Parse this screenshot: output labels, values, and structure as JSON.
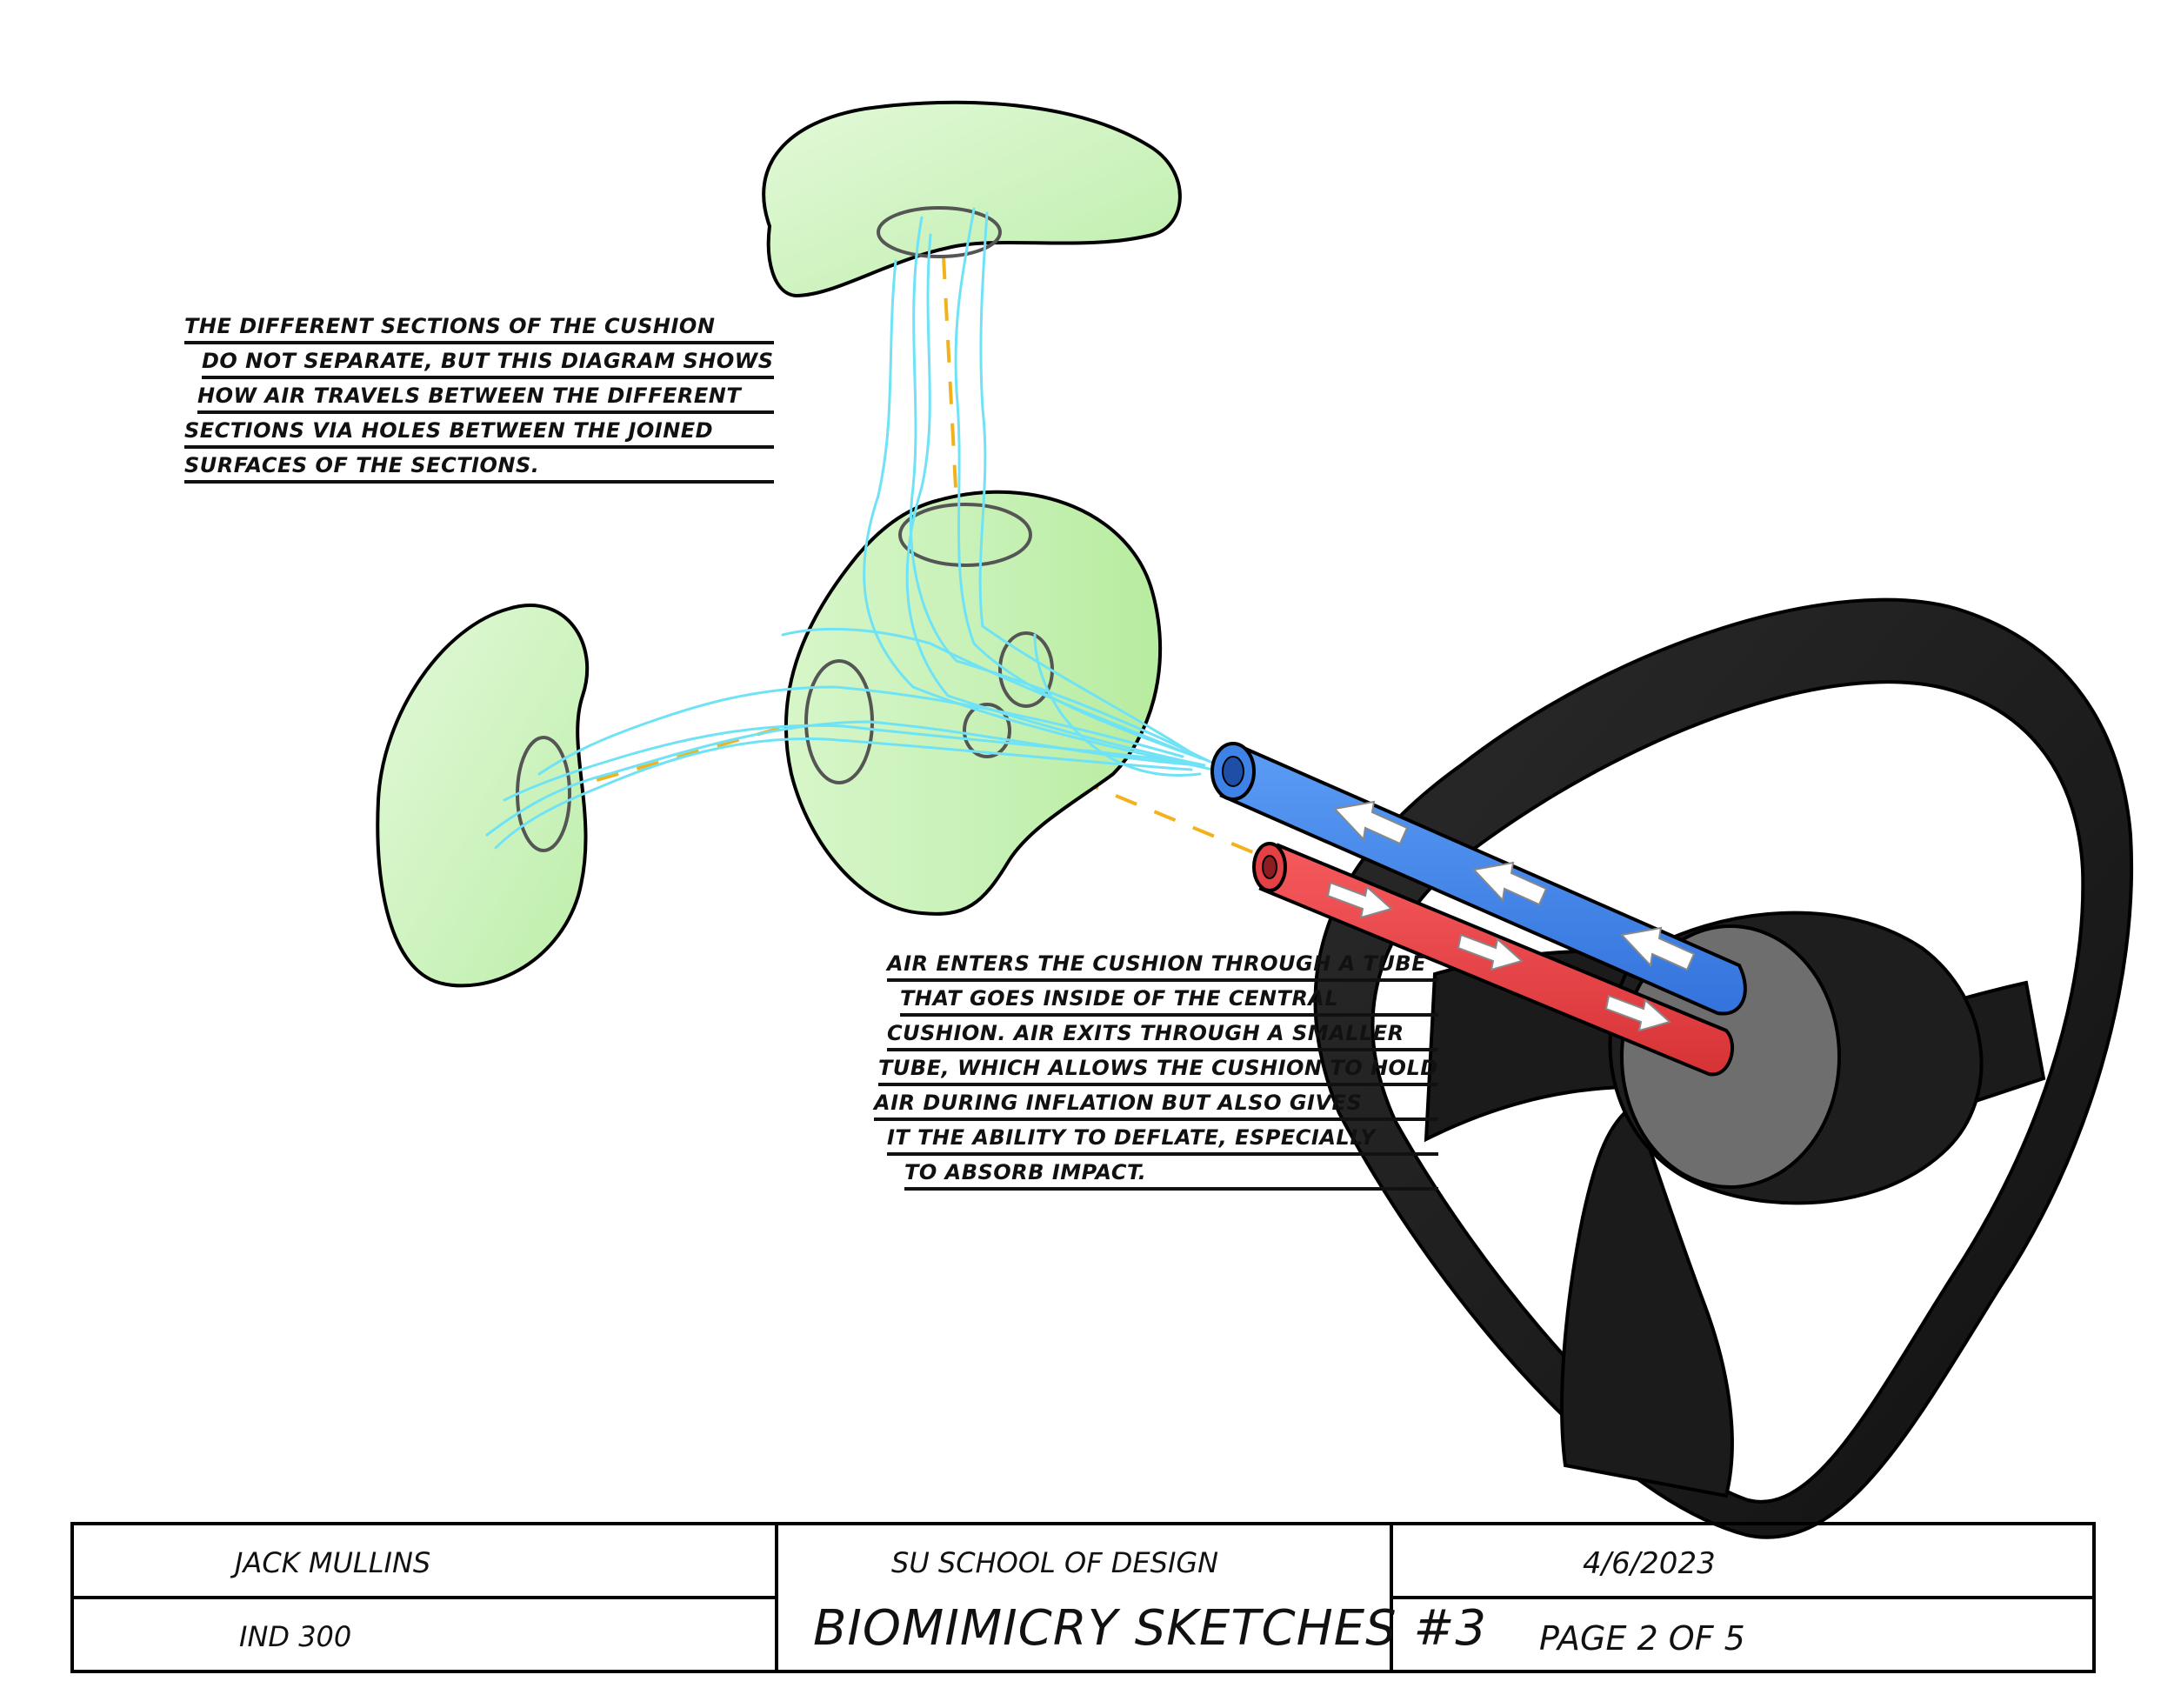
{
  "annotations": {
    "sections_note": [
      "THE DIFFERENT SECTIONS OF THE CUSHION",
      "DO NOT SEPARATE, BUT THIS DIAGRAM SHOWS",
      "HOW AIR TRAVELS BETWEEN THE DIFFERENT",
      "SECTIONS VIA HOLES BETWEEN THE JOINED",
      "SURFACES OF THE SECTIONS."
    ],
    "air_note": [
      "AIR ENTERS THE CUSHION THROUGH A TUBE",
      "THAT GOES INSIDE OF THE CENTRAL",
      "CUSHION. AIR EXITS THROUGH A SMALLER",
      "TUBE, WHICH ALLOWS THE CUSHION TO HOLD",
      "AIR DURING INFLATION BUT ALSO GIVES",
      "IT THE ABILITY TO DEFLATE, ESPECIALLY",
      "TO ABSORB IMPACT."
    ]
  },
  "title_block": {
    "author": "JACK MULLINS",
    "course": "IND 300",
    "school": "SU SCHOOL OF DESIGN",
    "title": "BIOMIMICRY SKETCHES #3",
    "date": "4/6/2023",
    "page": "PAGE 2 OF 5"
  },
  "colors": {
    "cushion_fill": "#c4f0b4",
    "cushion_light": "#e2f8d8",
    "air_flow": "#6fe3f5",
    "guide_dash": "#f2b21b",
    "intake_tube": "#4a8ef0",
    "exhaust_tube": "#f2454a",
    "wheel": "#1d1d1d",
    "hub": "#6e6e6e"
  }
}
